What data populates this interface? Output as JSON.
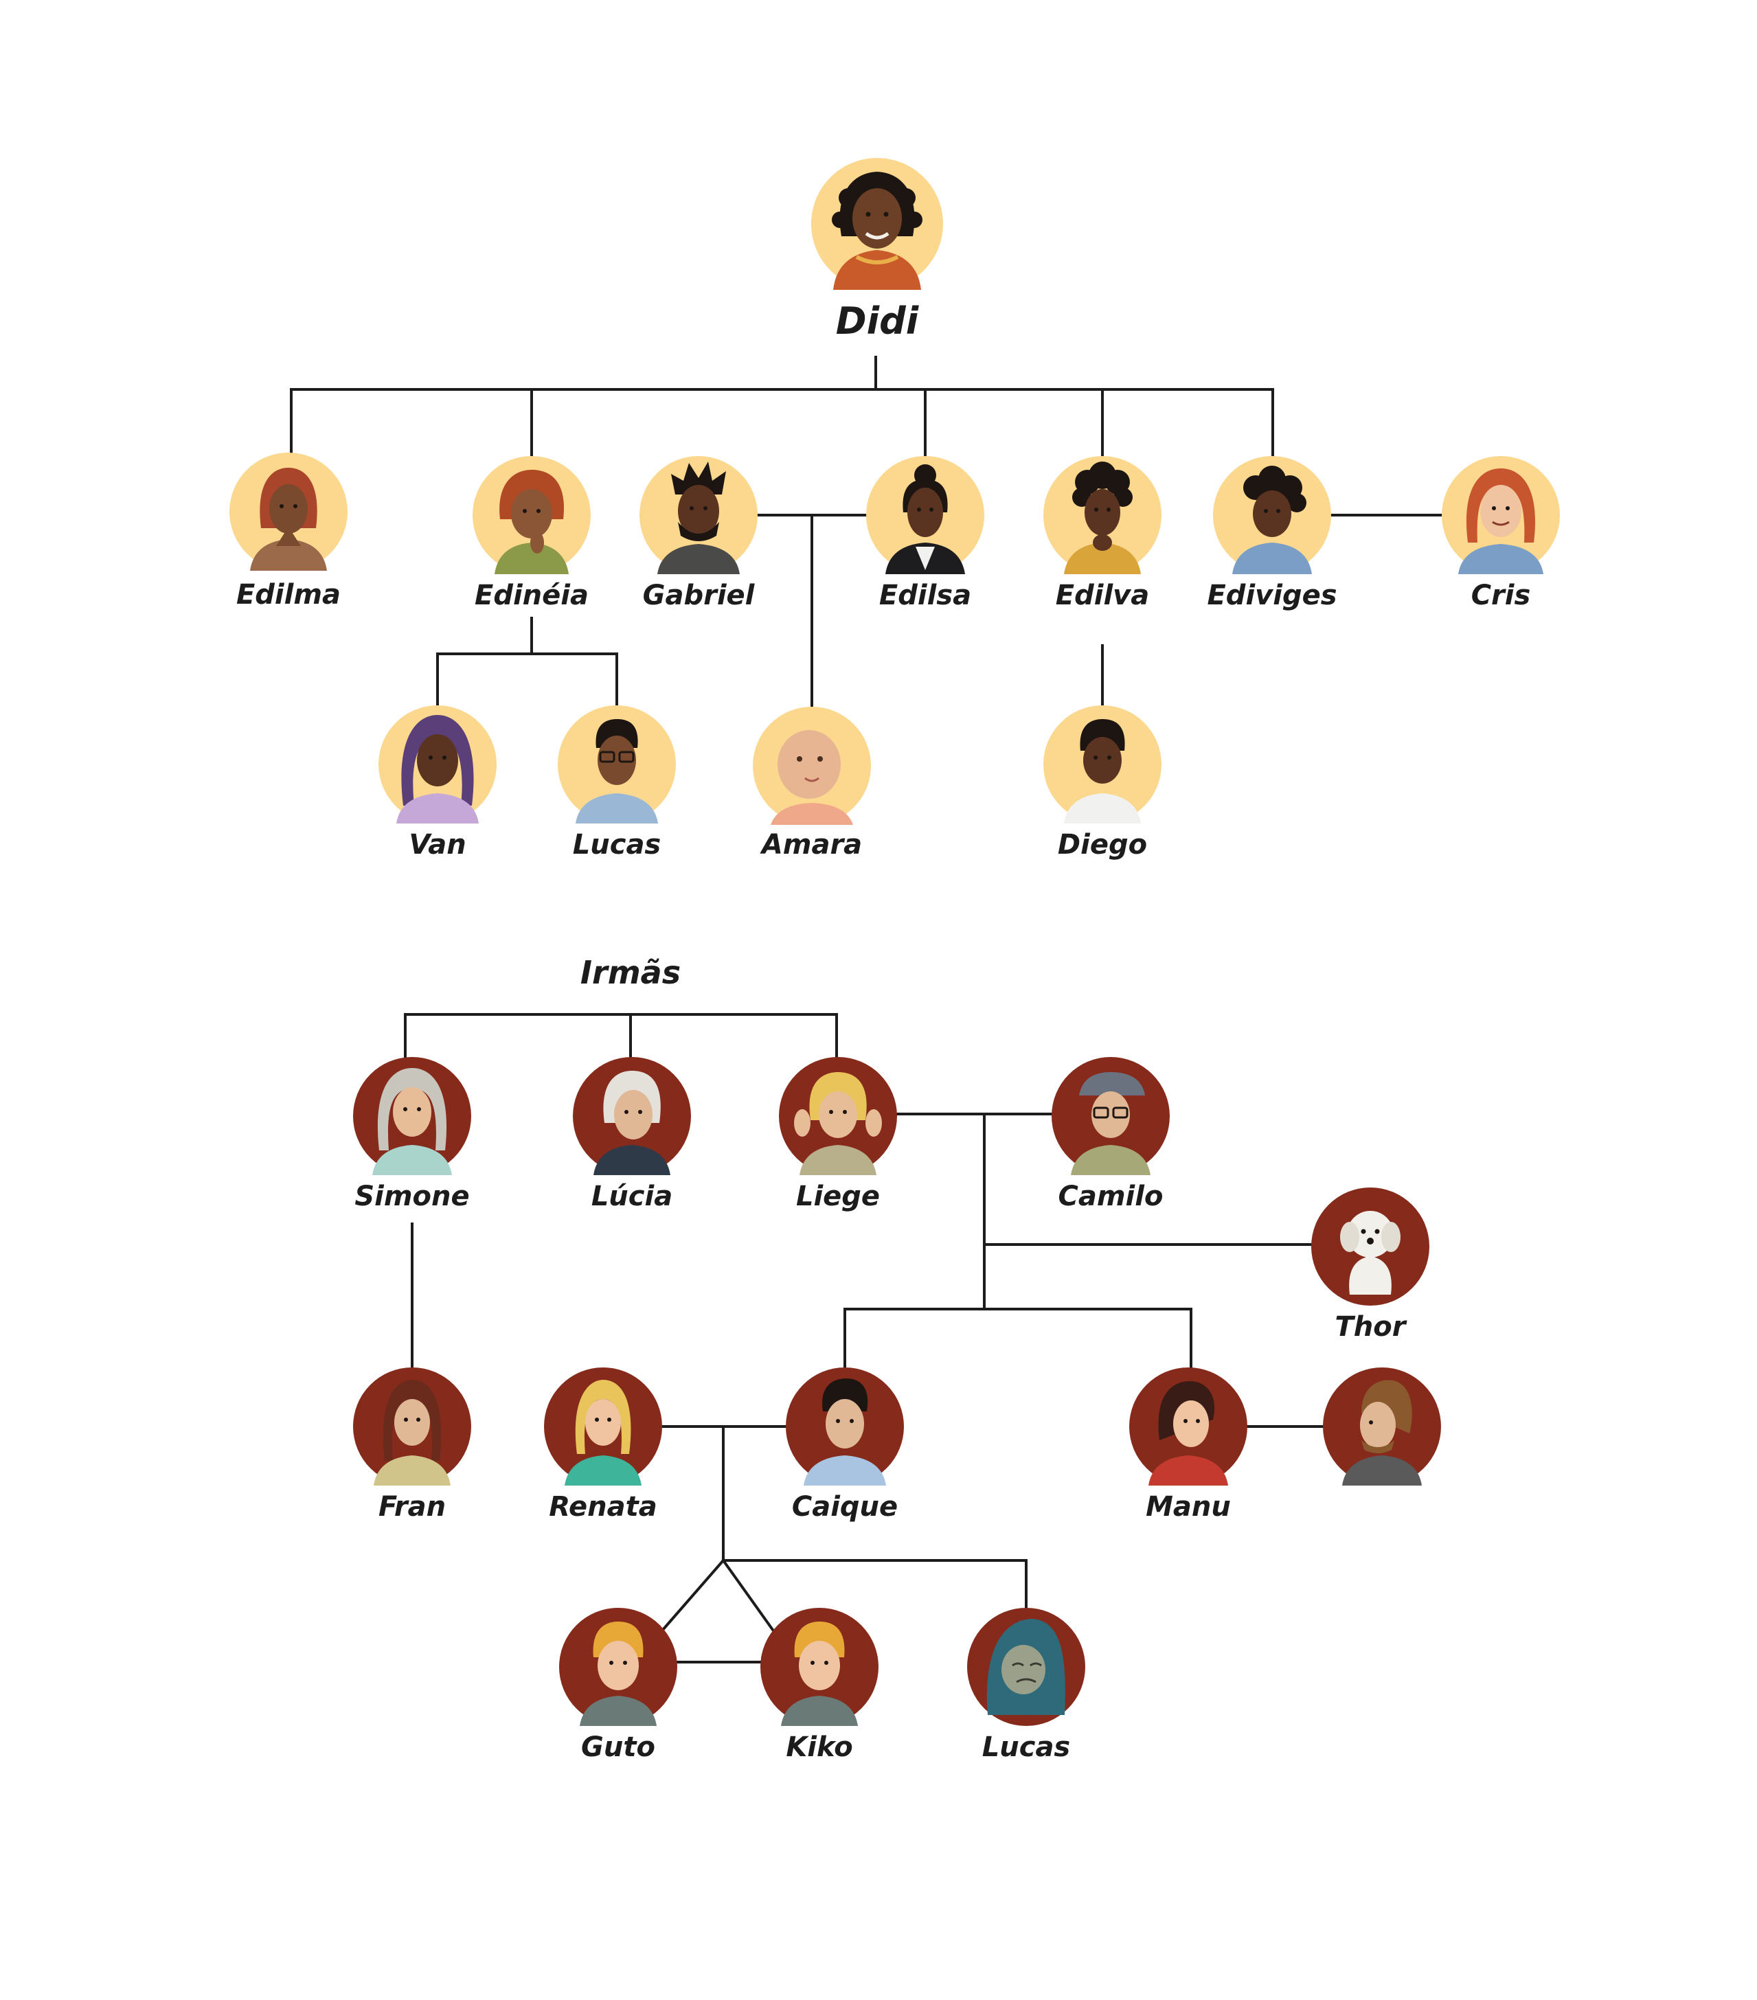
{
  "colors": {
    "line": "#1c1c1c",
    "family_a_circle": "#fcd88e",
    "family_b_circle": "#862a1c",
    "skin_dark": "#6b4026",
    "skin_light": "#e7bd97",
    "hair_dark": "#1d1512",
    "hair_red": "#c7562e",
    "hair_blonde": "#e8c45a",
    "hair_gray": "#c8c5bd"
  },
  "family_a": {
    "root": {
      "label": "Didi",
      "icon": "woman-portrait-icon"
    },
    "members": [
      {
        "key": "edilma",
        "label": "Edilma",
        "icon": "woman-portrait-icon"
      },
      {
        "key": "edineia",
        "label": "Edinéia",
        "icon": "woman-portrait-icon"
      },
      {
        "key": "gabriel",
        "label": "Gabriel",
        "icon": "man-portrait-icon"
      },
      {
        "key": "edilsa",
        "label": "Edilsa",
        "icon": "woman-portrait-icon"
      },
      {
        "key": "edilva",
        "label": "Edilva",
        "icon": "woman-portrait-icon"
      },
      {
        "key": "ediviges",
        "label": "Ediviges",
        "icon": "woman-portrait-icon"
      },
      {
        "key": "cris",
        "label": "Cris",
        "icon": "woman-portrait-icon"
      },
      {
        "key": "van",
        "label": "Van",
        "icon": "woman-portrait-icon"
      },
      {
        "key": "lucas_a",
        "label": "Lucas",
        "icon": "man-portrait-icon"
      },
      {
        "key": "amara",
        "label": "Amara",
        "icon": "baby-portrait-icon"
      },
      {
        "key": "diego",
        "label": "Diego",
        "icon": "boy-portrait-icon"
      }
    ]
  },
  "family_b": {
    "group_label": "Irmãs",
    "members": [
      {
        "key": "simone",
        "label": "Simone",
        "icon": "woman-portrait-icon"
      },
      {
        "key": "lucia",
        "label": "Lúcia",
        "icon": "woman-portrait-icon"
      },
      {
        "key": "liege",
        "label": "Liege",
        "icon": "woman-portrait-icon"
      },
      {
        "key": "camilo",
        "label": "Camilo",
        "icon": "man-portrait-icon"
      },
      {
        "key": "thor",
        "label": "Thor",
        "icon": "dog-portrait-icon"
      },
      {
        "key": "fran",
        "label": "Fran",
        "icon": "woman-portrait-icon"
      },
      {
        "key": "renata",
        "label": "Renata",
        "icon": "woman-portrait-icon"
      },
      {
        "key": "caique",
        "label": "Caique",
        "icon": "man-portrait-icon"
      },
      {
        "key": "manu",
        "label": "Manu",
        "icon": "woman-portrait-icon"
      },
      {
        "key": "manu_partner",
        "label": "",
        "icon": "man-portrait-icon"
      },
      {
        "key": "guto",
        "label": "Guto",
        "icon": "boy-portrait-icon"
      },
      {
        "key": "kiko",
        "label": "Kiko",
        "icon": "boy-portrait-icon"
      },
      {
        "key": "lucas_b",
        "label": "Lucas",
        "icon": "baby-portrait-icon"
      }
    ]
  }
}
